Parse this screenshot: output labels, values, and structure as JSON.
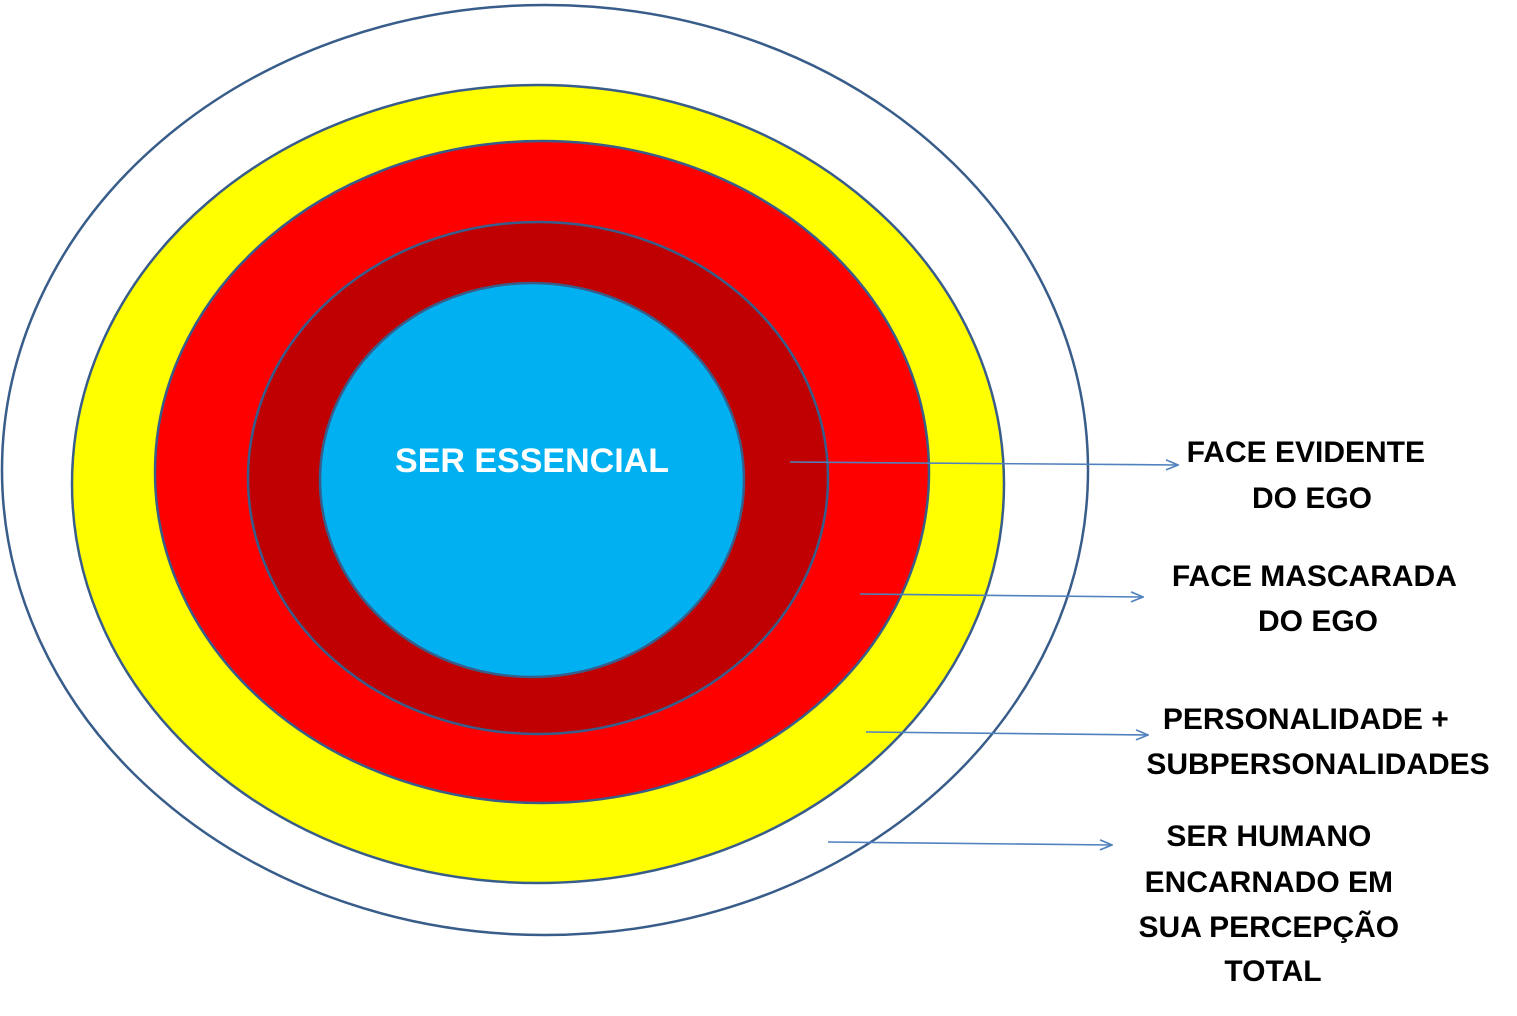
{
  "diagram": {
    "center_label": "SER ESSENCIAL",
    "labels": [
      {
        "lines": [
          "FACE EVIDENTE",
          "DO EGO"
        ]
      },
      {
        "lines": [
          "FACE MASCARADA",
          "DO EGO"
        ]
      },
      {
        "lines": [
          "PERSONALIDADE +",
          "SUBPERSONALIDADES"
        ]
      },
      {
        "lines": [
          "SER HUMANO",
          "ENCARNADO EM",
          "SUA PERCEPÇÃO",
          "TOTAL"
        ]
      }
    ],
    "colors": {
      "outer_ring": "#ffffff",
      "yellow_ring": "#ffff00",
      "red_ring": "#ff0000",
      "dark_red_ring": "#c00000",
      "core": "#00b0f0",
      "outline": "#385d8a",
      "arrow": "#4f81bd",
      "label_text": "#000000",
      "center_text": "#ffffff"
    }
  }
}
